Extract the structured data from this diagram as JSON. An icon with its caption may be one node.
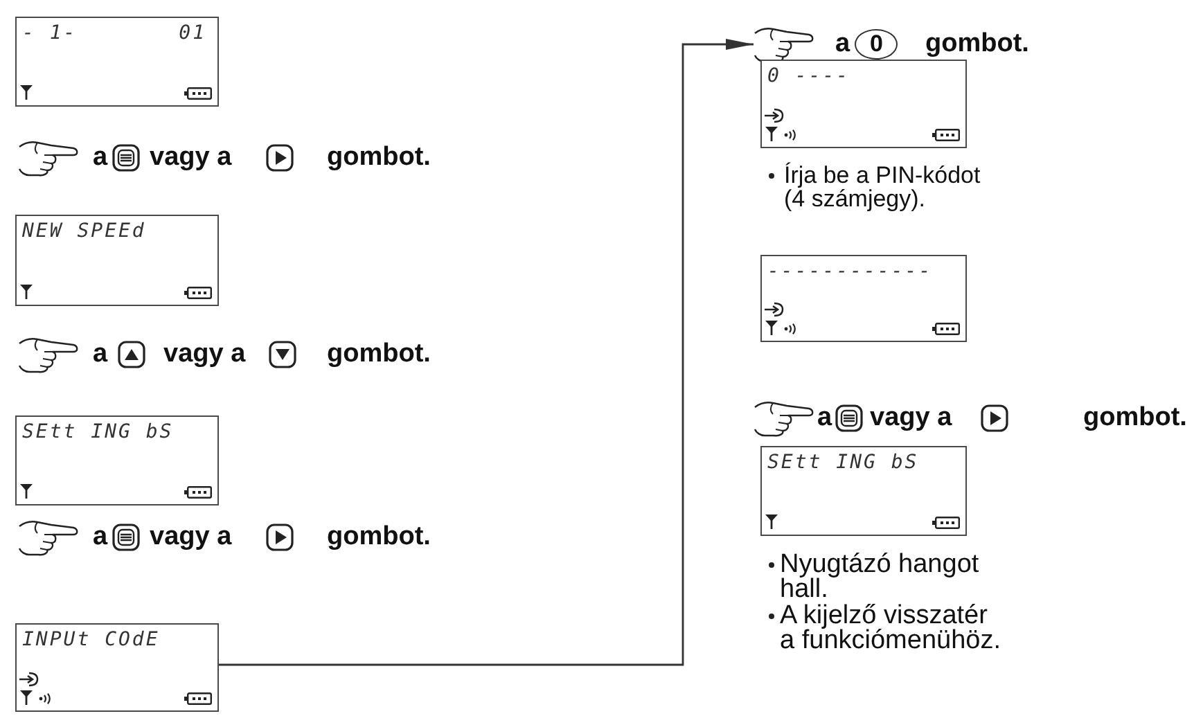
{
  "diagram": {
    "nodes": [
      {
        "text": [
          "- 1-",
          "01"
        ]
      },
      {
        "text": [
          "NEW SPEEd"
        ]
      },
      {
        "text": [
          "SEtt ING bS"
        ]
      },
      {
        "text": [
          "INPUt COdE"
        ]
      },
      {
        "text": [],
        "shape": "picture"
      },
      {
        "text": [
          "0 ----"
        ]
      },
      {
        "text": [
          "------------"
        ]
      },
      {
        "text": [
          "SEtt ING bS"
        ]
      }
    ],
    "edges": [
      {
        "from": 3,
        "to": 4,
        "arrow": "to"
      }
    ],
    "labels": [
      "a",
      "vagy a",
      "gombot.",
      "a",
      "vagy a",
      "gombot.",
      "a",
      "vagy a",
      "gombot.",
      "a",
      "0",
      "gombot.",
      "Írja be a PIN-kódot (4 számjegy).",
      "a",
      "vagy a",
      "gombot.",
      "Nyugtázó hangot hall.",
      "A kijelző visszatér a funkciómenühöz."
    ]
  }
}
